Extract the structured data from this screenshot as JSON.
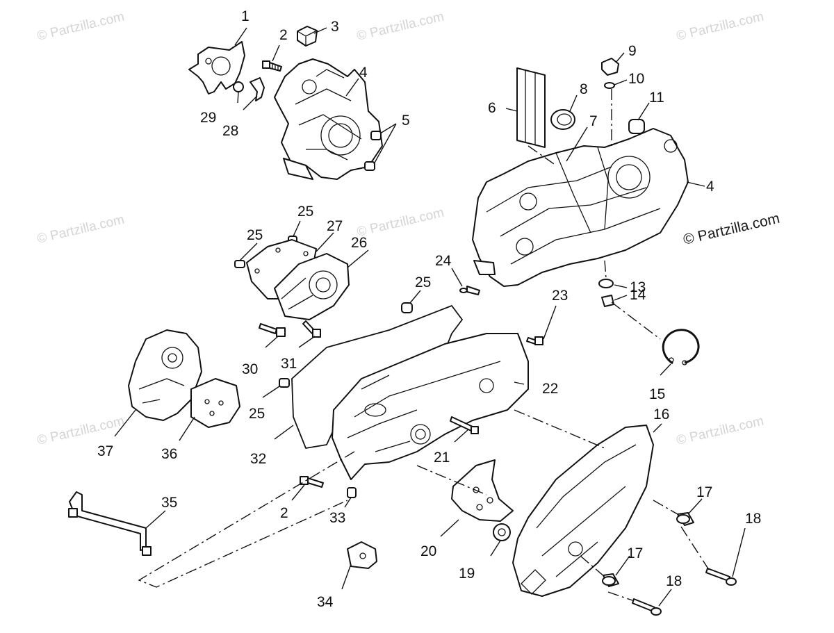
{
  "watermark": {
    "faint": "© Partzilla.com",
    "main": "© Partzilla.com"
  },
  "callouts": {
    "c1": "1",
    "c2": "2",
    "c3": "3",
    "c4": "4",
    "c5": "5",
    "c6": "6",
    "c7": "7",
    "c8": "8",
    "c9": "9",
    "c10": "10",
    "c11": "11",
    "c4b": "4",
    "c13": "13",
    "c14": "14",
    "c15": "15",
    "c16": "16",
    "c17": "17",
    "c17b": "17",
    "c18": "18",
    "c18b": "18",
    "c19": "19",
    "c20": "20",
    "c21": "21",
    "c22": "22",
    "c23": "23",
    "c24": "24",
    "c25a": "25",
    "c25b": "25",
    "c25c": "25",
    "c25d": "25",
    "c26": "26",
    "c27": "27",
    "c28": "28",
    "c29": "29",
    "c30": "30",
    "c31": "31",
    "c32": "32",
    "c33": "33",
    "c2b": "2",
    "c34": "34",
    "c35": "35",
    "c36": "36",
    "c37": "37"
  }
}
